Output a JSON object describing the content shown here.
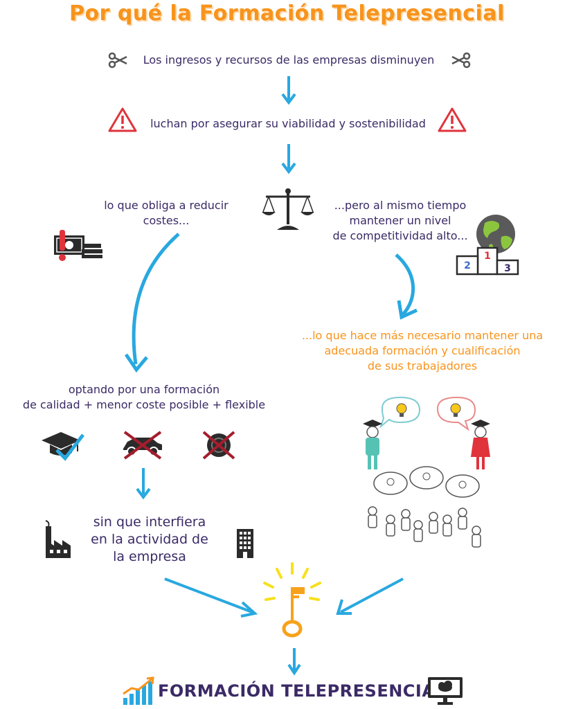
{
  "title": "Por qué la Formación Telepresencial",
  "steps": {
    "step1": "Los ingresos y recursos de las empresas disminuyen",
    "step2": "luchan por asegurar su viabilidad y sostenibilidad",
    "left1": [
      "lo que obliga a reducir",
      "costes..."
    ],
    "right1": [
      "...pero al mismo tiempo",
      "mantener un nivel",
      "de competitividad alto..."
    ],
    "right2": [
      "...lo que hace más necesario mantener una",
      "adecuada formación y cualificación",
      "de sus trabajadores"
    ],
    "left2": [
      "optando por una formación",
      "de calidad + menor coste posible + flexible"
    ],
    "left3": [
      "sin que interfiera",
      "en la actividad de",
      "la empresa"
    ],
    "final": "FORMACIÓN TELEPRESENCIAL"
  },
  "podium": [
    "1",
    "2",
    "3"
  ],
  "colors": {
    "title": "#f7941d",
    "arrow": "#29a8e0",
    "text": "#3b2a66",
    "warning": "#e0333c",
    "key": "#f7a21b"
  },
  "icons": [
    "scissors-icon",
    "warning-icon",
    "scales-icon",
    "money-alert-icon",
    "globe-podium-icon",
    "graduation-check-icon",
    "car-crossed-icon",
    "wheel-crossed-icon",
    "factory-icon",
    "building-icon",
    "key-icon",
    "rising-chart-icon",
    "computer-icon",
    "people-thinking-icon"
  ]
}
